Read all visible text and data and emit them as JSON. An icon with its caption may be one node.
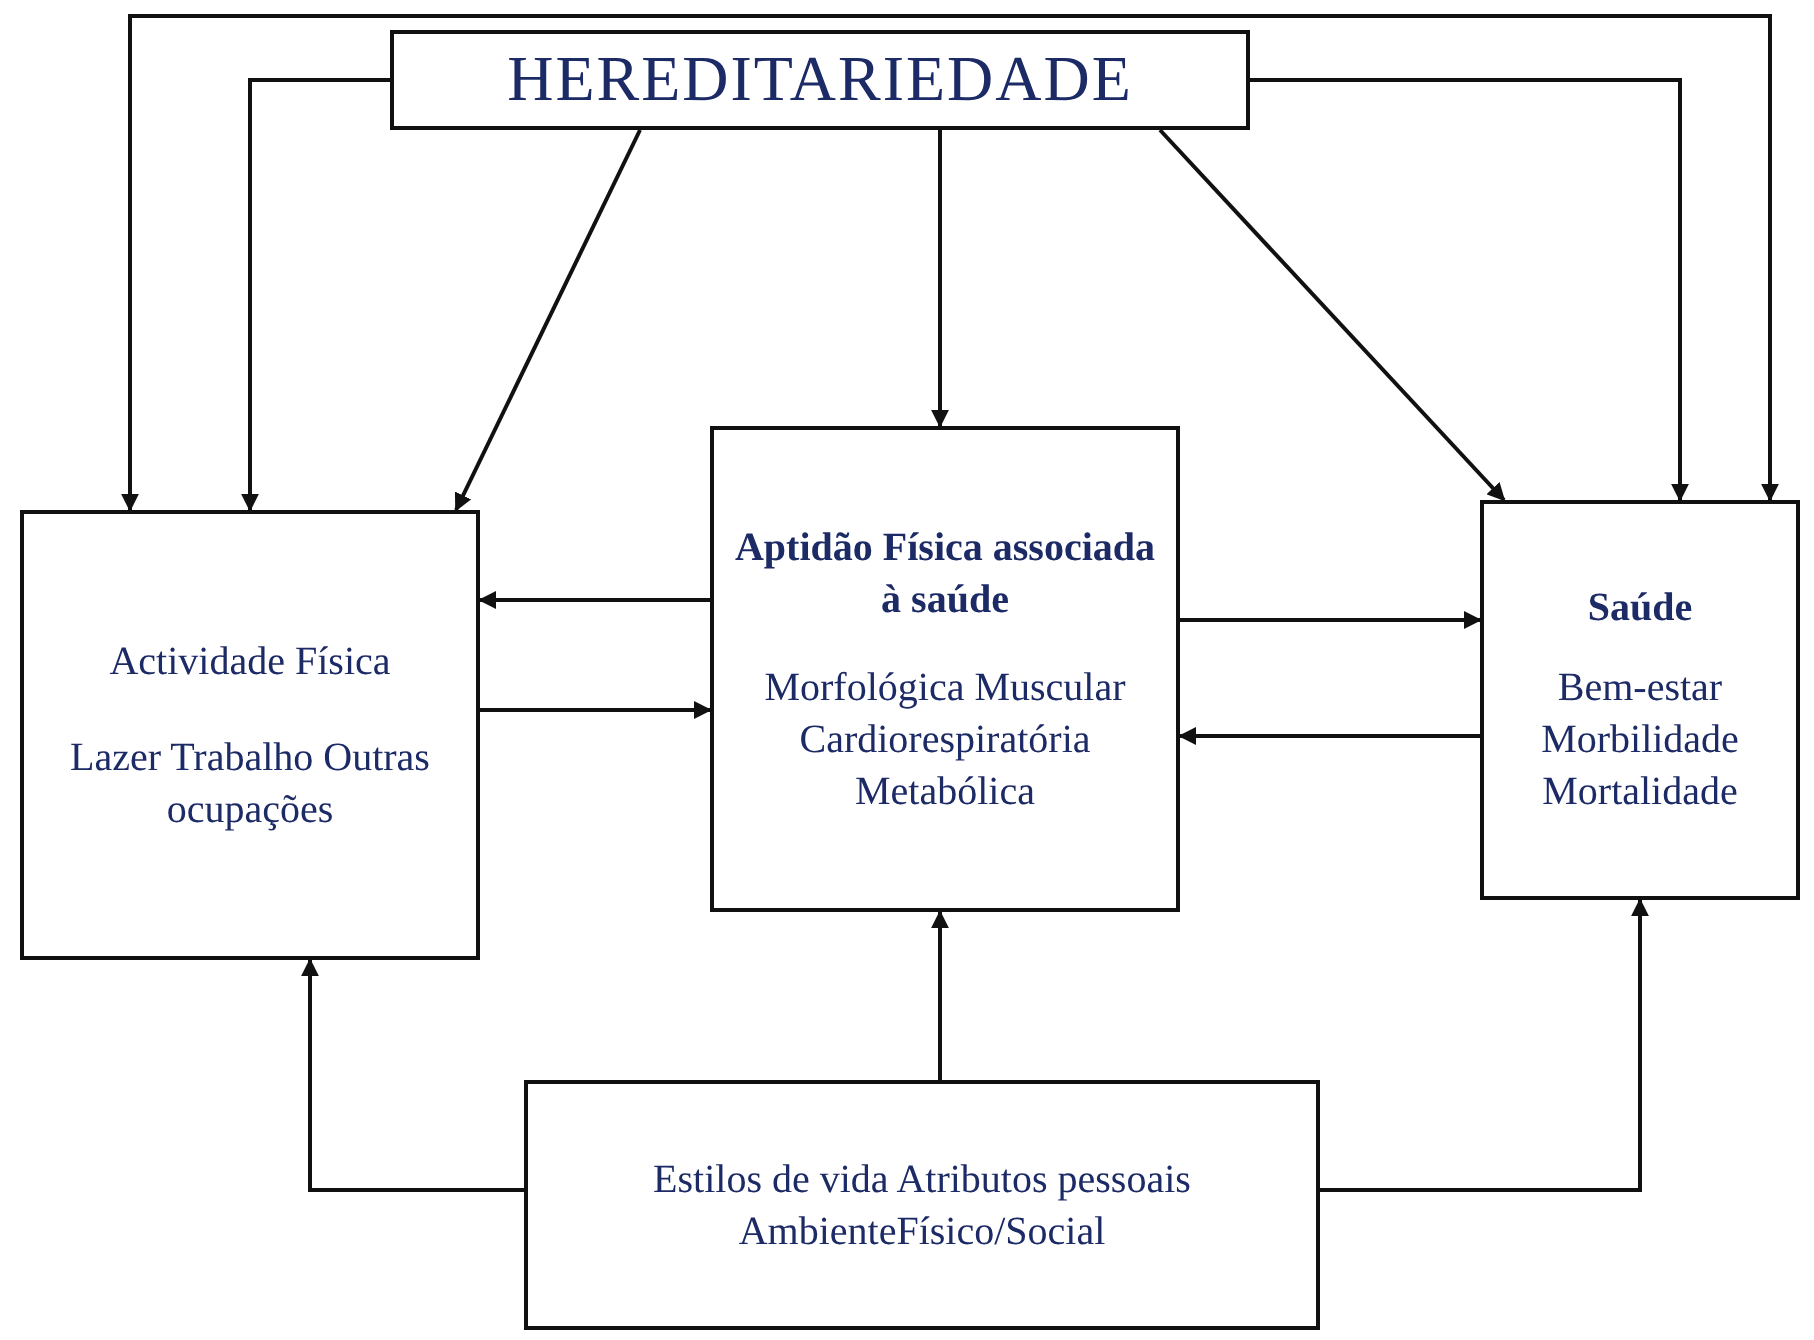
{
  "diagram": {
    "nodes": [
      {
        "text": [
          "HEREDITARIEDADE"
        ]
      },
      {
        "text": [
          "Actividade Física",
          "Lazer Trabalho Outras ocupações"
        ]
      },
      {
        "text": [
          "Aptidão Física associada à saúde",
          "Morfológica Muscular Cardiorespiratória Metabólica"
        ]
      },
      {
        "text": [
          "Saúde",
          "Bem-estar Morbilidade Mortalidade"
        ]
      },
      {
        "text": [
          "Estilos de vida Atributos pessoais AmbienteFísico/Social"
        ]
      }
    ],
    "edges": [
      {
        "from": 1,
        "to": 3,
        "arrow": "both"
      },
      {
        "from": 0,
        "to": 1,
        "arrow": "to"
      },
      {
        "from": 0,
        "to": 3,
        "arrow": "to"
      },
      {
        "from": 0,
        "to": 1,
        "arrow": "to"
      },
      {
        "from": 0,
        "to": 2,
        "arrow": "to"
      },
      {
        "from": 0,
        "to": 3,
        "arrow": "to"
      },
      {
        "from": 2,
        "to": 1,
        "arrow": "to"
      },
      {
        "from": 1,
        "to": 2,
        "arrow": "to"
      },
      {
        "from": 2,
        "to": 3,
        "arrow": "to"
      },
      {
        "from": 3,
        "to": 2,
        "arrow": "to"
      },
      {
        "from": 4,
        "to": 2,
        "arrow": "to"
      },
      {
        "from": 4,
        "to": 1,
        "arrow": "to"
      },
      {
        "from": 4,
        "to": 3,
        "arrow": "to"
      }
    ]
  }
}
